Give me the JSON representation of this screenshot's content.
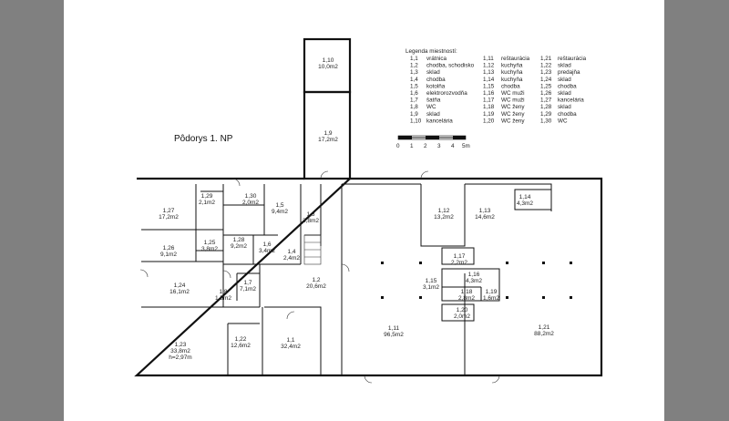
{
  "title": "Pôdorys 1. NP",
  "legend": {
    "heading": "Legenda miestností:",
    "items": [
      {
        "code": "1,1",
        "name": "vrátnica"
      },
      {
        "code": "1,2",
        "name": "chodba, schodisko"
      },
      {
        "code": "1,3",
        "name": "sklad"
      },
      {
        "code": "1,4",
        "name": "chodba"
      },
      {
        "code": "1,5",
        "name": "kotolňa"
      },
      {
        "code": "1,6",
        "name": "elektrorozvodňa"
      },
      {
        "code": "1,7",
        "name": "šatňa"
      },
      {
        "code": "1,8",
        "name": "WC"
      },
      {
        "code": "1,9",
        "name": "sklad"
      },
      {
        "code": "1,10",
        "name": "kancelária"
      },
      {
        "code": "1,11",
        "name": "reštaurácia"
      },
      {
        "code": "1,12",
        "name": "kuchyňa"
      },
      {
        "code": "1,13",
        "name": "kuchyňa"
      },
      {
        "code": "1,14",
        "name": "kuchyňa"
      },
      {
        "code": "1,15",
        "name": "chodba"
      },
      {
        "code": "1,16",
        "name": "WC muži"
      },
      {
        "code": "1,17",
        "name": "WC muži"
      },
      {
        "code": "1,18",
        "name": "WC ženy"
      },
      {
        "code": "1,19",
        "name": "WC ženy"
      },
      {
        "code": "1,20",
        "name": "WC ženy"
      },
      {
        "code": "1,21",
        "name": "reštaurácia"
      },
      {
        "code": "1,22",
        "name": "sklad"
      },
      {
        "code": "1,23",
        "name": "predajňa"
      },
      {
        "code": "1,24",
        "name": "sklad"
      },
      {
        "code": "1,25",
        "name": "chodba"
      },
      {
        "code": "1,26",
        "name": "sklad"
      },
      {
        "code": "1,27",
        "name": "kancelária"
      },
      {
        "code": "1,28",
        "name": "sklad"
      },
      {
        "code": "1,29",
        "name": "chodba"
      },
      {
        "code": "1,30",
        "name": "WC"
      }
    ]
  },
  "scale": {
    "ticks": [
      "0",
      "1",
      "2",
      "3",
      "4",
      "5m"
    ]
  },
  "rooms": [
    {
      "id": "1,10",
      "area": "10,0m2"
    },
    {
      "id": "1,9",
      "area": "17,2m2"
    },
    {
      "id": "1,27",
      "area": "17,2m2"
    },
    {
      "id": "1,29",
      "area": "2,1m2"
    },
    {
      "id": "1,30",
      "area": "2,0m2"
    },
    {
      "id": "1,5",
      "area": "9,4m2"
    },
    {
      "id": "1,3",
      "area": "3,8m2"
    },
    {
      "id": "1,28",
      "area": "9,2m2"
    },
    {
      "id": "1,25",
      "area": "3,8m2"
    },
    {
      "id": "1,26",
      "area": "9,1m2"
    },
    {
      "id": "1,6",
      "area": "3,4m2"
    },
    {
      "id": "1,4",
      "area": "2,4m2"
    },
    {
      "id": "1,24",
      "area": "16,1m2"
    },
    {
      "id": "1,7",
      "area": "7,1m2"
    },
    {
      "id": "1,8",
      "area": "1,5m2"
    },
    {
      "id": "1,2",
      "area": "20,6m2"
    },
    {
      "id": "1,12",
      "area": "13,2m2"
    },
    {
      "id": "1,13",
      "area": "14,6m2"
    },
    {
      "id": "1,14",
      "area": "4,3m2"
    },
    {
      "id": "1,17",
      "area": "2,2m2"
    },
    {
      "id": "1,16",
      "area": "4,3m2"
    },
    {
      "id": "1,15",
      "area": "3,1m2"
    },
    {
      "id": "1,18",
      "area": "2,8m2"
    },
    {
      "id": "1,19",
      "area": "1,6m2"
    },
    {
      "id": "1,20",
      "area": "2,0m2"
    },
    {
      "id": "1,23",
      "area": "33,8m2",
      "extra": "h=2,97m"
    },
    {
      "id": "1,22",
      "area": "12,6m2"
    },
    {
      "id": "1,1",
      "area": "32,4m2"
    },
    {
      "id": "1,11",
      "area": "96,5m2"
    },
    {
      "id": "1,21",
      "area": "88,2m2"
    }
  ]
}
